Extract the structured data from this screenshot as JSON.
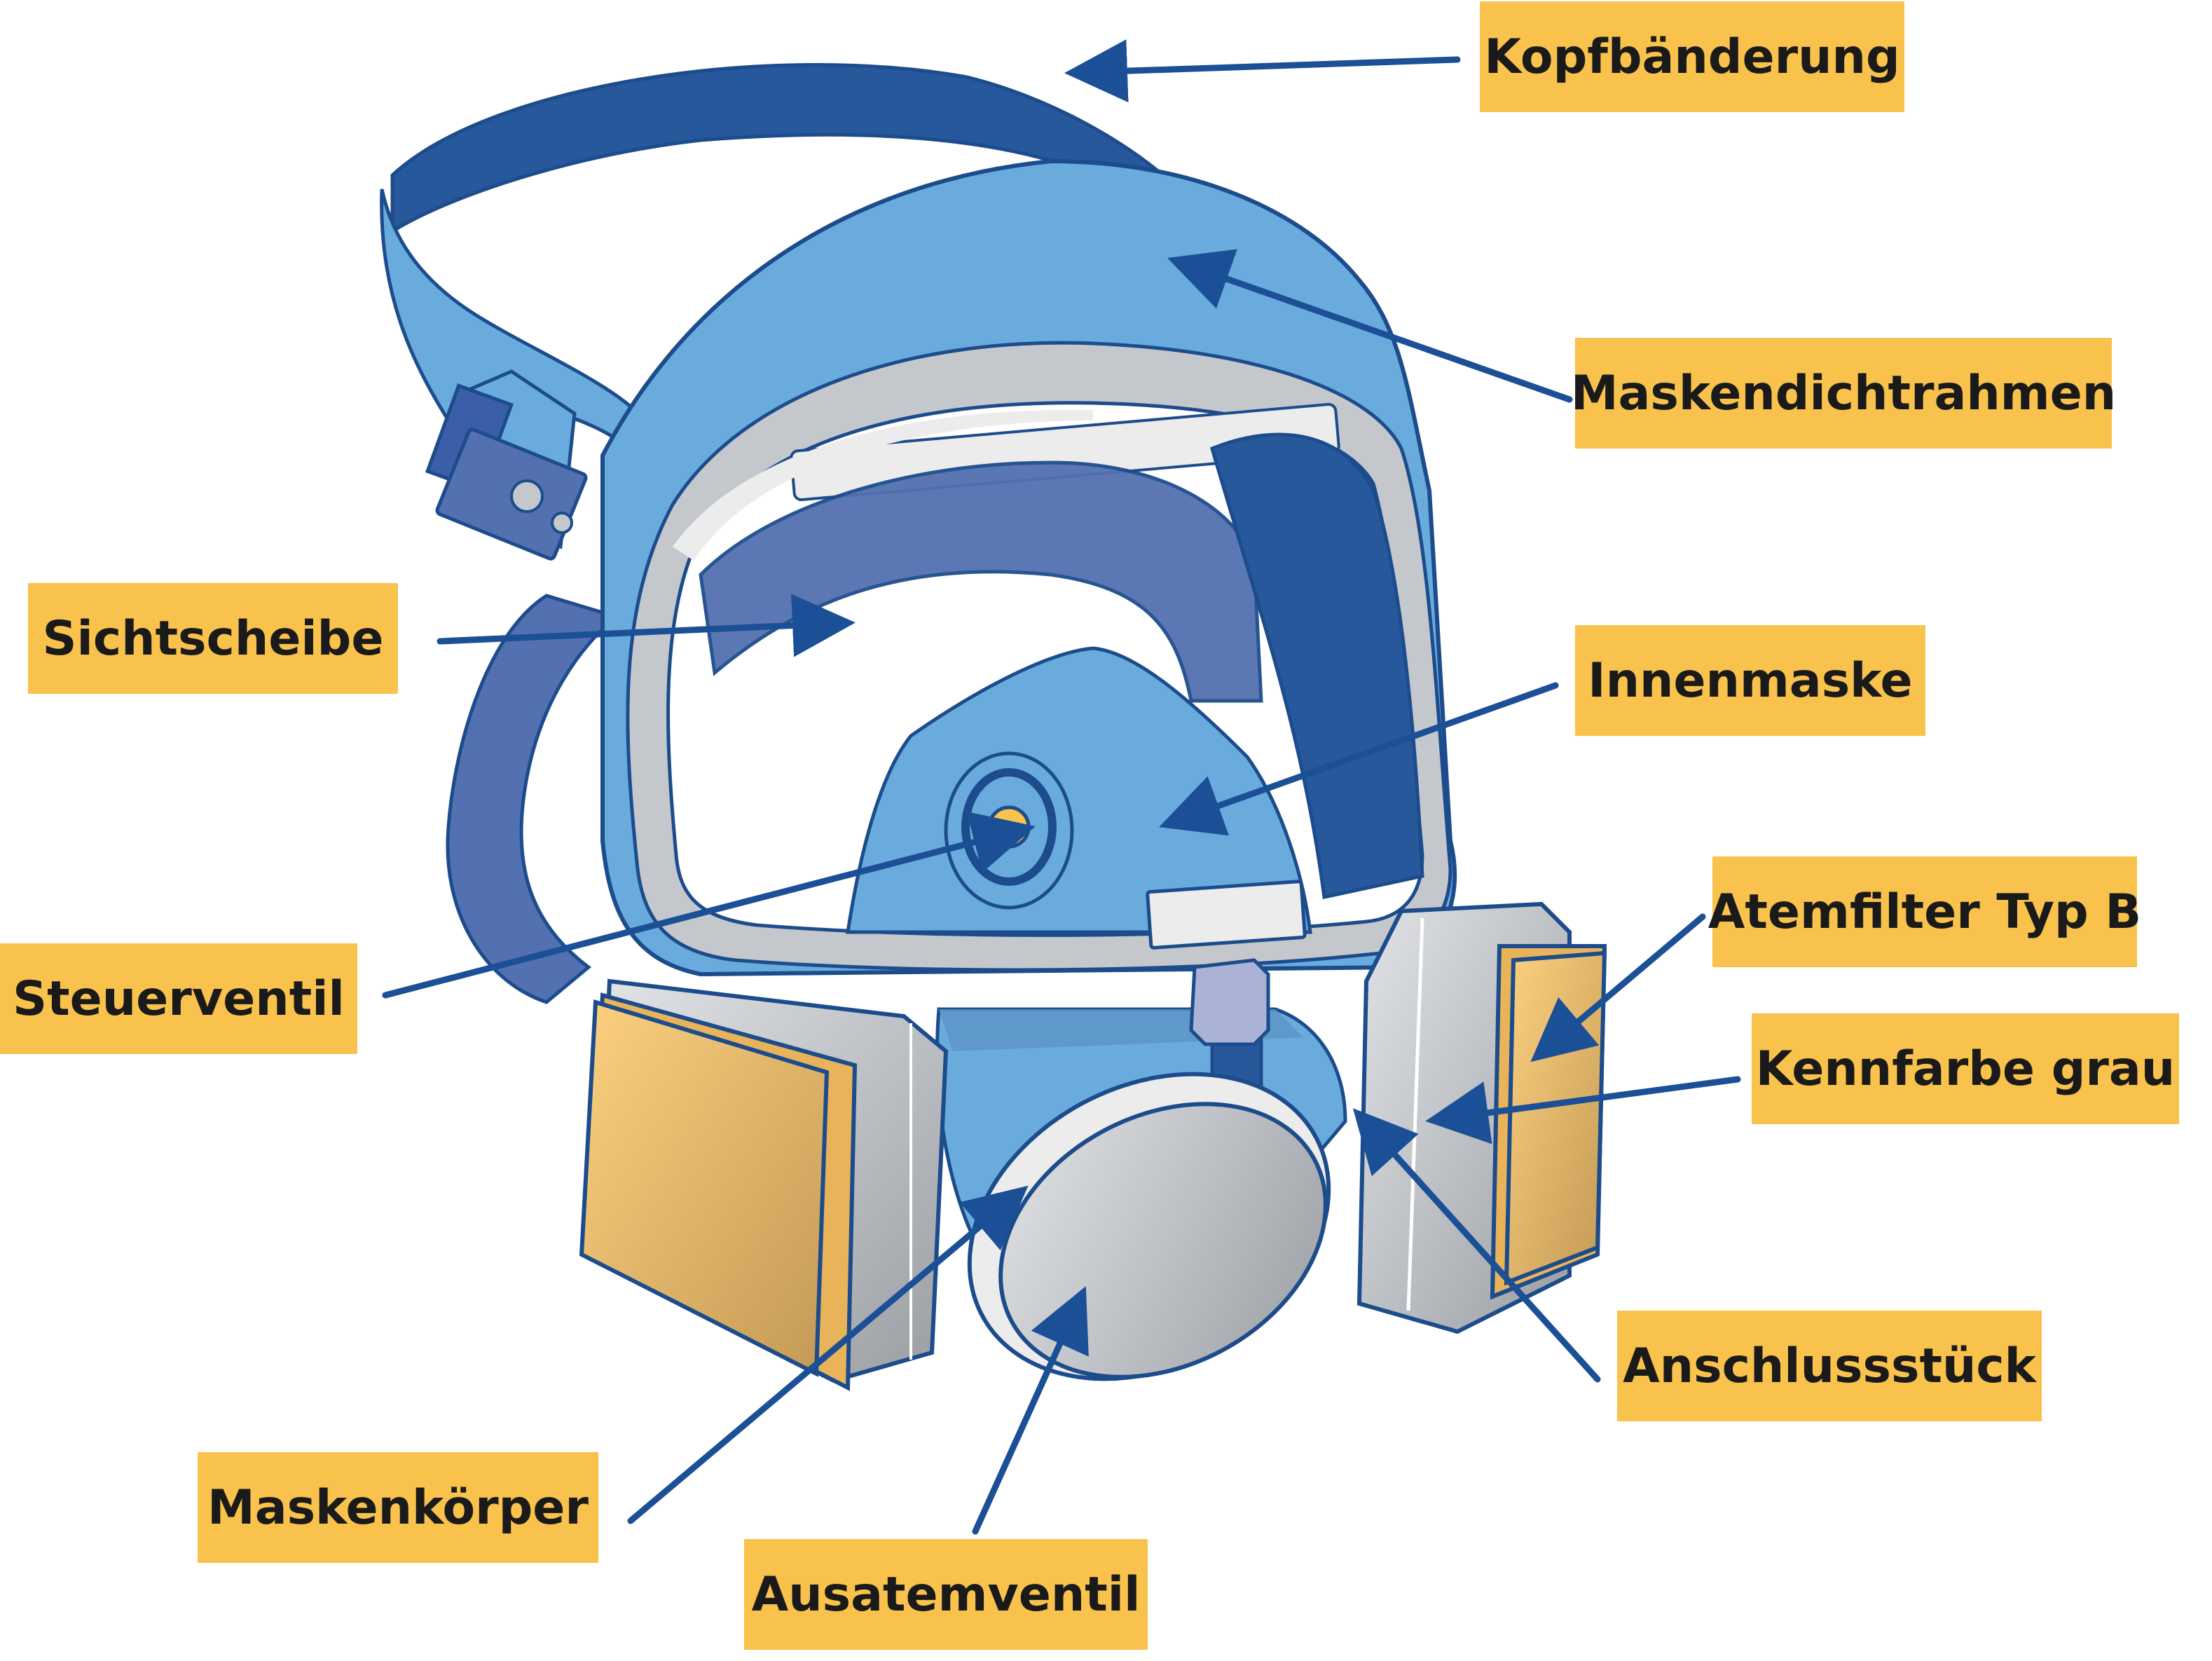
{
  "colors": {
    "label_bg": "#f8c24c",
    "arrow": "#1b4f96",
    "mask_light_blue": "#6aabde",
    "mask_dark_blue": "#28589c",
    "mask_mid_blue": "#5370b0",
    "outline": "#1c4c8c",
    "filter_gold": "#e9b35a",
    "filter_gray": "#c8ccd2",
    "seal_gray": "#c4c8cc"
  },
  "labels": {
    "kopfbaenderung": "Kopfbänderung",
    "maskendichtrahmen": "Maskendichtrahmen",
    "sichtscheibe": "Sichtscheibe",
    "innenmaske": "Innenmaske",
    "atemfilter": "Atemfilter Typ B",
    "steuerventil": "Steuerventil",
    "kennfarbe": "Kennfarbe grau",
    "anschlussstueck": "Anschlussstück",
    "maskenkoerper": "Maskenkörper",
    "ausatemventil": "Ausatemventil"
  }
}
